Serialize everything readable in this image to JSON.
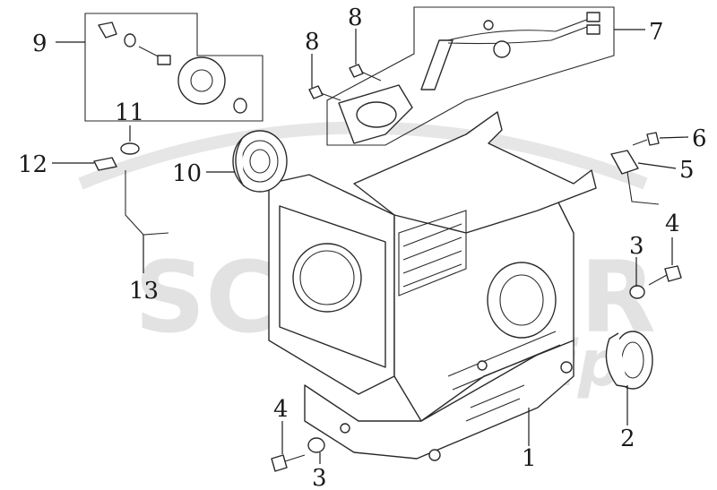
{
  "watermark": {
    "text": "SCOOTER",
    "script": "zip"
  },
  "callouts": [
    {
      "id": "c1",
      "text": "1"
    },
    {
      "id": "c2",
      "text": "2"
    },
    {
      "id": "c3a",
      "text": "3"
    },
    {
      "id": "c3b",
      "text": "3"
    },
    {
      "id": "c4a",
      "text": "4"
    },
    {
      "id": "c4b",
      "text": "4"
    },
    {
      "id": "c5",
      "text": "5"
    },
    {
      "id": "c6",
      "text": "6"
    },
    {
      "id": "c7",
      "text": "7"
    },
    {
      "id": "c8a",
      "text": "8"
    },
    {
      "id": "c8b",
      "text": "8"
    },
    {
      "id": "c9",
      "text": "9"
    },
    {
      "id": "c10",
      "text": "10"
    },
    {
      "id": "c11",
      "text": "11"
    },
    {
      "id": "c12",
      "text": "12"
    },
    {
      "id": "c13",
      "text": "13"
    }
  ]
}
